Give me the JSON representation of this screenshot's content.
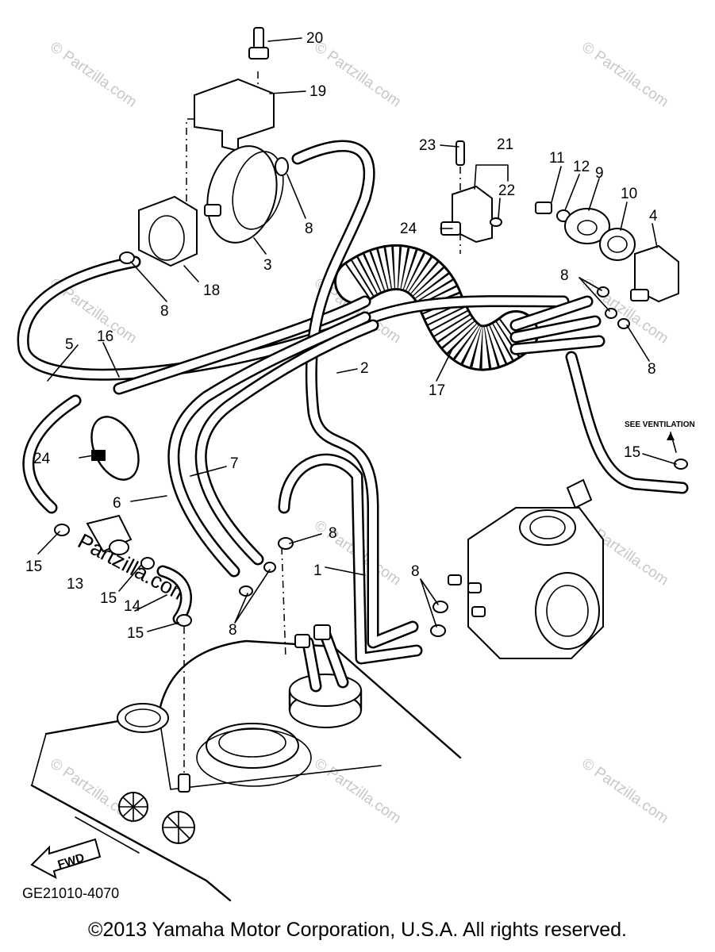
{
  "callouts": [
    {
      "id": "c20",
      "text": "20"
    },
    {
      "id": "c19",
      "text": "19"
    },
    {
      "id": "c8a",
      "text": "8"
    },
    {
      "id": "c3",
      "text": "3"
    },
    {
      "id": "c18",
      "text": "18"
    },
    {
      "id": "c8b",
      "text": "8"
    },
    {
      "id": "c5",
      "text": "5"
    },
    {
      "id": "c16",
      "text": "16"
    },
    {
      "id": "c23",
      "text": "23"
    },
    {
      "id": "c21",
      "text": "21"
    },
    {
      "id": "c22",
      "text": "22"
    },
    {
      "id": "c24a",
      "text": "24"
    },
    {
      "id": "c11",
      "text": "11"
    },
    {
      "id": "c12",
      "text": "12"
    },
    {
      "id": "c9",
      "text": "9"
    },
    {
      "id": "c10",
      "text": "10"
    },
    {
      "id": "c4",
      "text": "4"
    },
    {
      "id": "c8c",
      "text": "8"
    },
    {
      "id": "c8d",
      "text": "8"
    },
    {
      "id": "c2",
      "text": "2"
    },
    {
      "id": "c17",
      "text": "17"
    },
    {
      "id": "c24b",
      "text": "24"
    },
    {
      "id": "c7",
      "text": "7"
    },
    {
      "id": "c6",
      "text": "6"
    },
    {
      "id": "c15a",
      "text": "15"
    },
    {
      "id": "c15b",
      "text": "15"
    },
    {
      "id": "c15c",
      "text": "15"
    },
    {
      "id": "c15d",
      "text": "15"
    },
    {
      "id": "c13",
      "text": "13"
    },
    {
      "id": "c14",
      "text": "14"
    },
    {
      "id": "c8e",
      "text": "8"
    },
    {
      "id": "c1",
      "text": "1"
    },
    {
      "id": "c8f",
      "text": "8"
    },
    {
      "id": "c8g",
      "text": "8"
    }
  ],
  "see_ventilation": "SEE VENTILATION",
  "fwd_label": "FWD",
  "diagram_code": "GE21010-4070",
  "watermark": "© Partzilla.com",
  "watermark_logo": "Partzilla.com",
  "copyright": "©2013 Yamaha Motor Corporation, U.S.A. All rights reserved."
}
